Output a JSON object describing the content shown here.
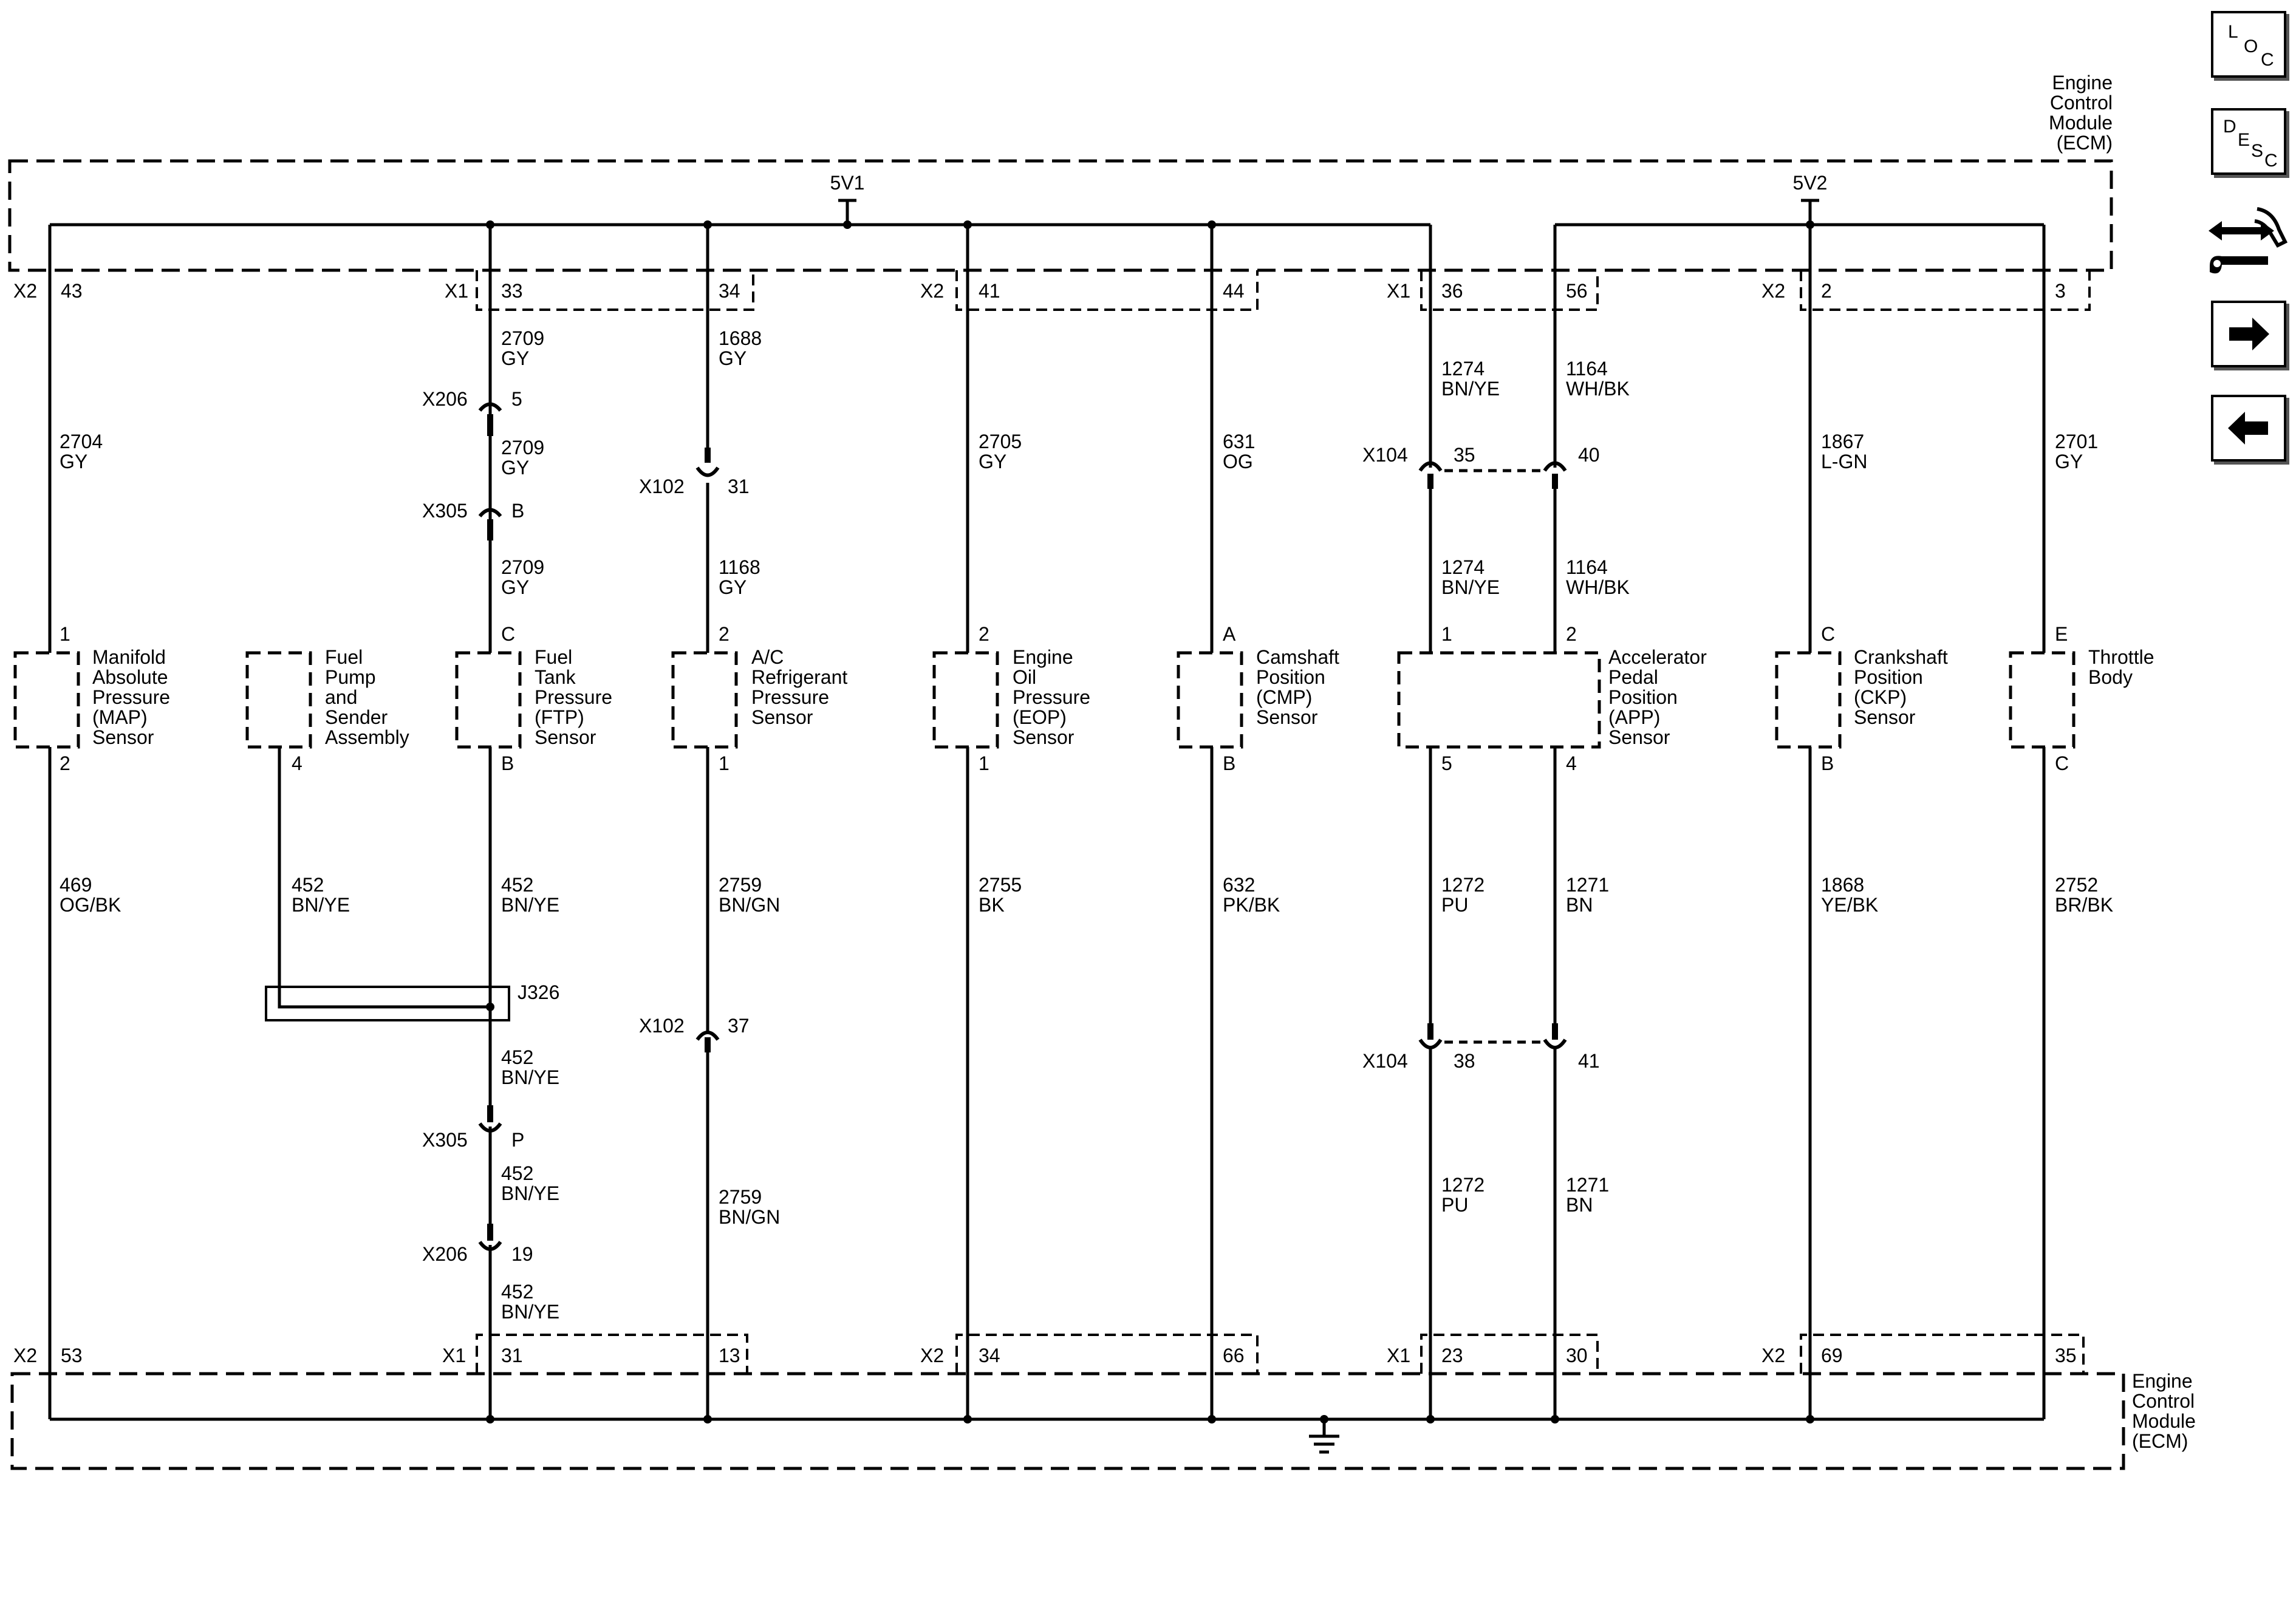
{
  "ecm": {
    "top_label": [
      "Engine",
      "Control",
      "Module",
      "(ECM)"
    ],
    "bottom_label": [
      "Engine",
      "Control",
      "Module",
      "(ECM)"
    ],
    "supply_5v1": "5V1",
    "supply_5v2": "5V2"
  },
  "connectors_top": {
    "x2_a": "X2",
    "x1_a": "X1",
    "x2_b": "X2",
    "x1_b": "X1",
    "x2_c": "X2",
    "pins": [
      "43",
      "33",
      "34",
      "41",
      "44",
      "36",
      "56",
      "2",
      "3"
    ]
  },
  "connectors_bottom": {
    "x2_a": "X2",
    "x1_a": "X1",
    "x2_b": "X2",
    "x1_b": "X1",
    "x2_c": "X2",
    "pins": [
      "53",
      "31",
      "13",
      "34",
      "66",
      "23",
      "30",
      "69",
      "35"
    ]
  },
  "wires": {
    "map_sig": [
      "2704",
      "GY"
    ],
    "map_low": [
      "469",
      "OG/BK"
    ],
    "ftp_top1": [
      "2709",
      "GY"
    ],
    "ftp_top2": [
      "2709",
      "GY"
    ],
    "ftp_top3": [
      "2709",
      "GY"
    ],
    "ftp_low1": [
      "452",
      "BN/YE"
    ],
    "ftp_low2": [
      "452",
      "BN/YE"
    ],
    "ftp_low3": [
      "452",
      "BN/YE"
    ],
    "ftp_low4": [
      "452",
      "BN/YE"
    ],
    "pump_low": [
      "452",
      "BN/YE"
    ],
    "ac_top1": [
      "1688",
      "GY"
    ],
    "ac_top2": [
      "1168",
      "GY"
    ],
    "ac_low1": [
      "2759",
      "BN/GN"
    ],
    "ac_low2": [
      "2759",
      "BN/GN"
    ],
    "eop_sig": [
      "2705",
      "GY"
    ],
    "eop_low": [
      "2755",
      "BK"
    ],
    "cmp_sig": [
      "631",
      "OG"
    ],
    "cmp_low": [
      "632",
      "PK/BK"
    ],
    "app1_top1": [
      "1274",
      "BN/YE"
    ],
    "app1_top2": [
      "1274",
      "BN/YE"
    ],
    "app2_top1": [
      "1164",
      "WH/BK"
    ],
    "app2_top2": [
      "1164",
      "WH/BK"
    ],
    "app5_low1": [
      "1272",
      "PU"
    ],
    "app5_low2": [
      "1272",
      "PU"
    ],
    "app4_low1": [
      "1271",
      "BN"
    ],
    "app4_low2": [
      "1271",
      "BN"
    ],
    "ckp_sig": [
      "1867",
      "L-GN"
    ],
    "ckp_low": [
      "1868",
      "YE/BK"
    ],
    "tb_sig": [
      "2701",
      "GY"
    ],
    "tb_low": [
      "2752",
      "BR/BK"
    ]
  },
  "inline_connectors": {
    "x206_a": {
      "id": "X206",
      "pin": "5"
    },
    "x305_a": {
      "id": "X305",
      "pin": "B"
    },
    "x102_a": {
      "id": "X102",
      "pin": "31"
    },
    "x104_a": {
      "id": "X104",
      "pin_l": "35",
      "pin_r": "40"
    },
    "x102_b": {
      "id": "X102",
      "pin": "37"
    },
    "x104_b": {
      "id": "X104",
      "pin_l": "38",
      "pin_r": "41"
    },
    "x305_b": {
      "id": "X305",
      "pin": "P"
    },
    "x206_b": {
      "id": "X206",
      "pin": "19"
    }
  },
  "splice": "J326",
  "components": {
    "map": {
      "lines": [
        "Manifold",
        "Absolute",
        "Pressure",
        "(MAP)",
        "Sensor"
      ],
      "pin_top": "1",
      "pin_bottom": "2"
    },
    "pump": {
      "lines": [
        "Fuel",
        "Pump",
        "and",
        "Sender",
        "Assembly"
      ],
      "pin_bottom": "4"
    },
    "ftp": {
      "lines": [
        "Fuel",
        "Tank",
        "Pressure",
        "(FTP)",
        "Sensor"
      ],
      "pin_top": "C",
      "pin_bottom": "B"
    },
    "ac": {
      "lines": [
        "A/C",
        "Refrigerant",
        "Pressure",
        "Sensor"
      ],
      "pin_top": "2",
      "pin_bottom": "1"
    },
    "eop": {
      "lines": [
        "Engine",
        "Oil",
        "Pressure",
        "(EOP)",
        "Sensor"
      ],
      "pin_top": "2",
      "pin_bottom": "1"
    },
    "cmp": {
      "lines": [
        "Camshaft",
        "Position",
        "(CMP)",
        "Sensor"
      ],
      "pin_top": "A",
      "pin_bottom": "B"
    },
    "app": {
      "lines": [
        "Accelerator",
        "Pedal",
        "Position",
        "(APP)",
        "Sensor"
      ],
      "pin_top_l": "1",
      "pin_top_r": "2",
      "pin_bottom_l": "5",
      "pin_bottom_r": "4"
    },
    "ckp": {
      "lines": [
        "Crankshaft",
        "Position",
        "(CKP)",
        "Sensor"
      ],
      "pin_top": "C",
      "pin_bottom": "B"
    },
    "tb": {
      "lines": [
        "Throttle",
        "Body"
      ],
      "pin_top": "E",
      "pin_bottom": "C"
    }
  },
  "side_buttons": {
    "loc": [
      "L",
      "O",
      "C"
    ],
    "desc": [
      "D",
      "E",
      "S",
      "C"
    ],
    "icons": [
      "component-repair-icon",
      "next-arrow-icon",
      "previous-arrow-icon"
    ]
  }
}
